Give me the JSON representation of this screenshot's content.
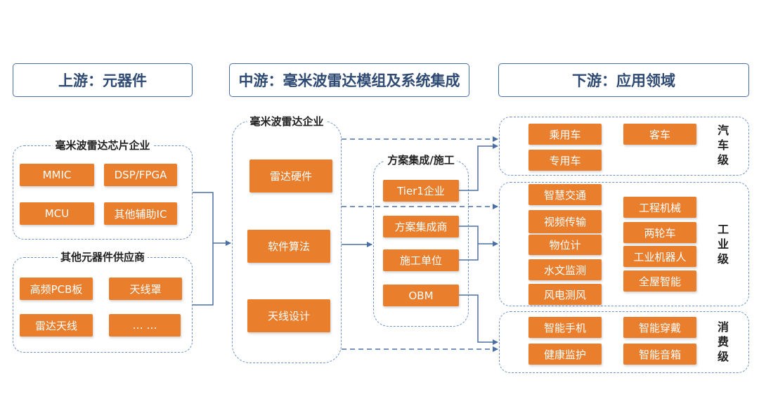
{
  "headers": {
    "upstream": "上游：元器件",
    "midstream": "中游：毫米波雷达模组及系统集成",
    "downstream": "下游：应用领域"
  },
  "upstream": {
    "chip_group": {
      "label": "毫米波雷达芯片企业",
      "items": [
        "MMIC",
        "DSP/FPGA",
        "MCU",
        "其他辅助IC"
      ]
    },
    "other_group": {
      "label": "其他元器件供应商",
      "items": [
        "高频PCB板",
        "天线罩",
        "雷达天线",
        "… …"
      ]
    }
  },
  "midstream": {
    "radar_group": {
      "label": "毫米波雷达企业",
      "items": [
        "雷达硬件",
        "软件算法",
        "天线设计"
      ]
    },
    "solution_group": {
      "label": "方案集成/施工",
      "items": [
        "Tier1企业",
        "方案集成商",
        "施工单位",
        "OBM"
      ]
    }
  },
  "downstream": {
    "auto": {
      "side_label": [
        "汽",
        "车",
        "级"
      ],
      "items": [
        "乘用车",
        "客车",
        "专用车"
      ]
    },
    "industrial": {
      "side_label": [
        "工",
        "业",
        "级"
      ],
      "left_items": [
        "智慧交通",
        "视频传输",
        "物位计",
        "水文监测",
        "风电测风"
      ],
      "right_items": [
        "工程机械",
        "两轮车",
        "工业机器人",
        "全屋智能"
      ]
    },
    "consumer": {
      "side_label": [
        "消",
        "费",
        "级"
      ],
      "items": [
        "智能手机",
        "智能穿戴",
        "健康监护",
        "智能音箱"
      ]
    }
  },
  "colors": {
    "box_fill": "#e97e2d",
    "header_border": "#4a6fa5",
    "header_text": "#2f4a73",
    "dashed_border": "#6d93c7",
    "connector": "#4a6fa5"
  }
}
